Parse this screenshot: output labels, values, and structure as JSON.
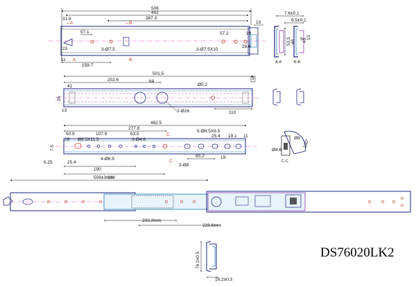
{
  "drawing": {
    "model_code": "DS76020LK2",
    "top_view": {
      "dims": [
        "508",
        "492",
        "387.3",
        "31.8",
        "57.1",
        "3-Ø7.5",
        "23",
        "11",
        "158.7",
        "57.2",
        "19",
        "28.6",
        "3-Ø7.5X10",
        "13"
      ],
      "section_markers": [
        "A",
        "B"
      ]
    },
    "section_AB": {
      "dims": [
        "7.6±0.1",
        "6.5±0.1",
        "53.5",
        "48",
        "43",
        "13",
        "5"
      ],
      "labels": [
        "A-A",
        "B-B"
      ]
    },
    "middle_view": {
      "dims": [
        "501.5",
        "202.6",
        "64",
        "41",
        "Ø5.2",
        "9",
        "26",
        "2-Ø26",
        "13",
        "110"
      ]
    },
    "section_C": {
      "dims": [
        "Ø8",
        "Ø4.6",
        "100°"
      ],
      "labels": [
        "C-C"
      ]
    },
    "inner_view": {
      "dims": [
        "482.5",
        "277.8",
        "107.9",
        "63.5",
        "50.9",
        "28",
        "7.5",
        "6.25",
        "Ø6.5X11.5",
        "4-Ø6.5",
        "3-Ø4.6",
        "5-Ø6.5X9.5",
        "25.4",
        "19.1",
        "11",
        "60.2",
        "19",
        "25.4",
        "190",
        "268",
        "3-Ø8"
      ],
      "section_markers": [
        "C"
      ]
    },
    "assembly": {
      "dims": [
        "508±3mm",
        "203.2mm",
        "228.6mm"
      ]
    },
    "profile": {
      "dims": [
        "76.2±0.5",
        "19.2±0.3"
      ]
    }
  }
}
